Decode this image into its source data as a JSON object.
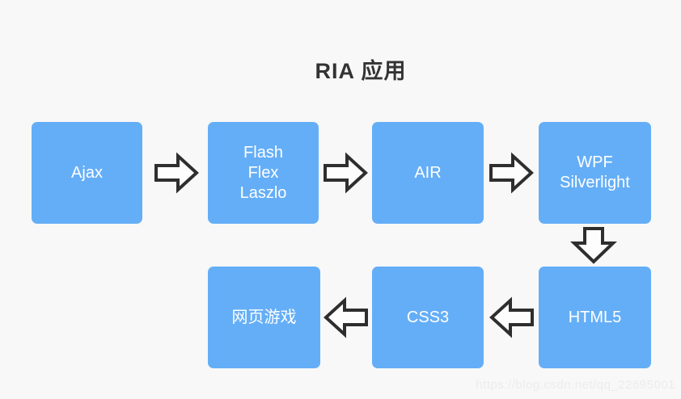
{
  "title": "RIA 应用",
  "nodes": {
    "ajax": {
      "label": "Ajax"
    },
    "flash_flex_laszlo": {
      "line1": "Flash",
      "line2": "Flex",
      "line3": "Laszlo"
    },
    "air": {
      "label": "AIR"
    },
    "wpf_silverlight": {
      "line1": "WPF",
      "line2": "Silverlight"
    },
    "html5": {
      "label": "HTML5"
    },
    "css3": {
      "label": "CSS3"
    },
    "web_games": {
      "label": "网页游戏"
    }
  },
  "flow": [
    "Ajax -> Flash/Flex/Laszlo -> AIR -> WPF/Silverlight -> HTML5 -> CSS3 -> 网页游戏"
  ],
  "colors": {
    "box_fill": "#64aef7",
    "box_text": "#ffffff",
    "arrow_stroke": "#2e2e2e",
    "arrow_fill": "#fdfdfd",
    "title_color": "#333333",
    "background": "#f8f8f8",
    "watermark_color": "#ececec"
  },
  "watermark": {
    "text": "https://blog.csdn.net/qq_22695001"
  }
}
